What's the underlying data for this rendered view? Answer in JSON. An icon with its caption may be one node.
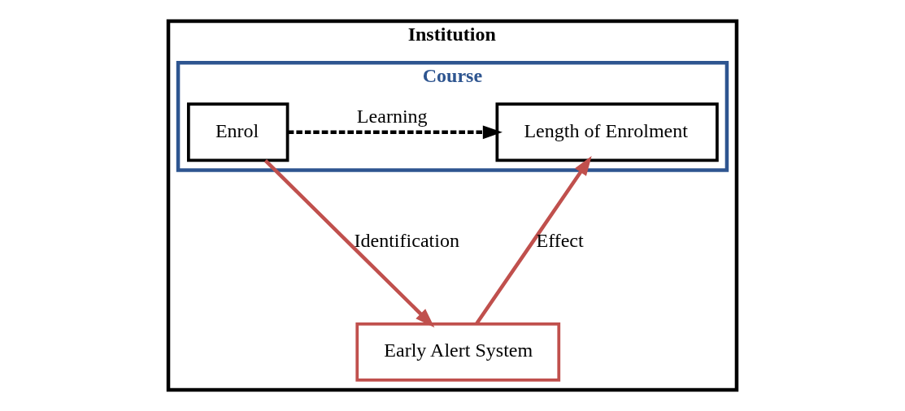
{
  "diagram": {
    "nodes": [
      {
        "text": [
          "Institution"
        ]
      },
      {
        "text": [
          "Course"
        ],
        "in": 0
      },
      {
        "text": [
          "Enrol"
        ],
        "in": 1
      },
      {
        "text": [
          "Length of Enrolment"
        ],
        "in": 1
      },
      {
        "text": [
          "Early Alert System"
        ],
        "in": 0
      }
    ],
    "edges": [
      {
        "from": 2,
        "to": 3,
        "arrow": "to",
        "label": "Learning",
        "style": "dashed",
        "color": "#000000"
      },
      {
        "from": 2,
        "to": 4,
        "arrow": "to",
        "label": "Identification",
        "color": "#c0504d"
      },
      {
        "from": 4,
        "to": 3,
        "arrow": "to",
        "label": "Effect",
        "color": "#c0504d"
      }
    ]
  }
}
